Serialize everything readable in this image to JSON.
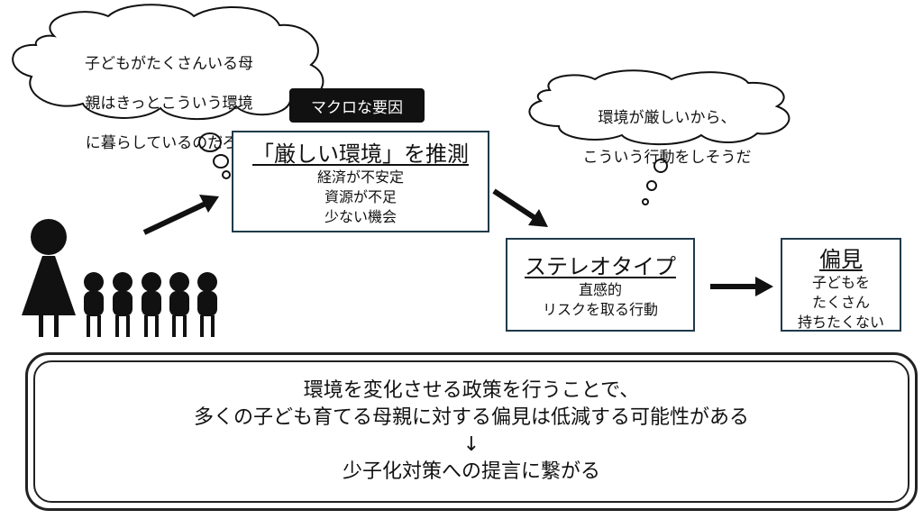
{
  "clouds": {
    "mother_thought": [
      "子どもがたくさんいる母",
      "親はきっとこういう環境",
      "に暮らしているのだろう"
    ],
    "behavior_thought": [
      "環境が厳しいから、",
      "こういう行動をしそうだ"
    ]
  },
  "macro_tag": "マクロな要因",
  "environment_box": {
    "title": "「厳しい環境」を推測",
    "lines": [
      "経済が不安定",
      "資源が不足",
      "少ない機会"
    ]
  },
  "stereotype_box": {
    "title": "ステレオタイプ",
    "lines": [
      "直感的",
      "リスクを取る行動"
    ]
  },
  "bias_box": {
    "title": "偏見",
    "lines": [
      "子どもを",
      "たくさん",
      "持ちたくない"
    ]
  },
  "conclusion": {
    "line1": "環境を変化させる政策を行うことで、",
    "line2": "多くの子ども育てる母親に対する偏見は低減する可能性がある",
    "arrow": "↓",
    "line3": "少子化対策への提言に繋がる"
  },
  "colors": {
    "box_border": "#1f3a4a",
    "ink": "#111111",
    "tag_bg": "#111111"
  },
  "icons": [
    "mother-figure-icon",
    "child-figure-icon",
    "thought-bubble-icon",
    "arrow-icon"
  ]
}
